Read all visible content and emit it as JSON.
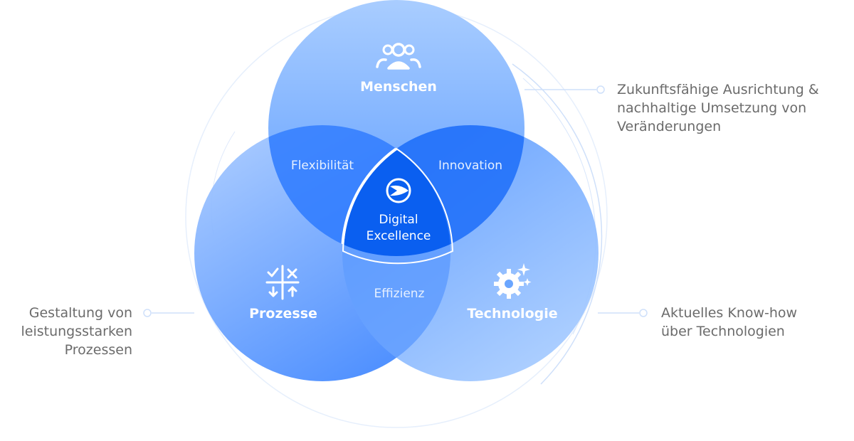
{
  "diagram": {
    "circles": {
      "top": {
        "label": "Menschen",
        "icon": "people-icon"
      },
      "left": {
        "label": "Prozesse",
        "icon": "process-arrows-icon"
      },
      "right": {
        "label": "Technologie",
        "icon": "gear-sparkle-icon"
      }
    },
    "overlaps": {
      "top_left": "Flexibilität",
      "top_right": "Innovation",
      "left_right": "Effizienz"
    },
    "center": {
      "line1": "Digital",
      "line2": "Excellence",
      "icon": "logo-icon"
    }
  },
  "callouts": {
    "right_top": [
      "Zukunftsfähige Ausrichtung &",
      "nachhaltige Umsetzung von",
      "Veränderungen"
    ],
    "left": [
      "Gestaltung von",
      "leistungsstarken",
      "Prozessen"
    ],
    "right_bottom": [
      "Aktuelles Know-how",
      "über Technologien"
    ]
  },
  "colors": {
    "circle_light": "#9fc7ff",
    "circle_mid": "#6aa6ff",
    "overlap": "#2f7bff",
    "center": "#0a5ff0",
    "outline": "#cfe0fa",
    "callout_text": "#6b6b6b"
  }
}
